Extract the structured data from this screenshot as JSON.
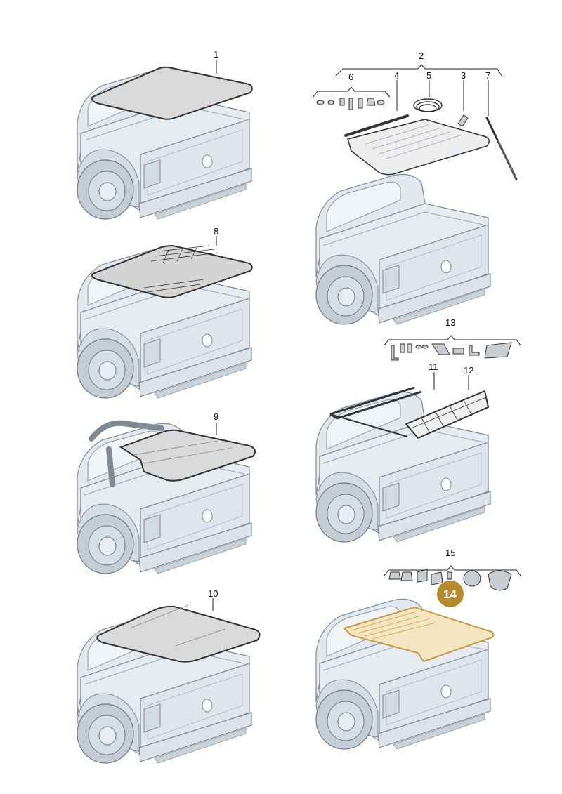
{
  "labels": {
    "p1": "1",
    "p2": "2",
    "p3": "3",
    "p4": "4",
    "p5": "5",
    "p6": "6",
    "p7": "7",
    "p8": "8",
    "p9": "9",
    "p10": "10",
    "p11": "11",
    "p12": "12",
    "p13": "13",
    "p14": "14",
    "p15": "15"
  },
  "colors": {
    "truck_fill": "#e3e8ee",
    "truck_stroke": "#7f8a95",
    "cover_fill": "#d9d9d9",
    "cover_stroke": "#333333",
    "highlight": "#d8b46a",
    "badge": "#b48a2c"
  }
}
